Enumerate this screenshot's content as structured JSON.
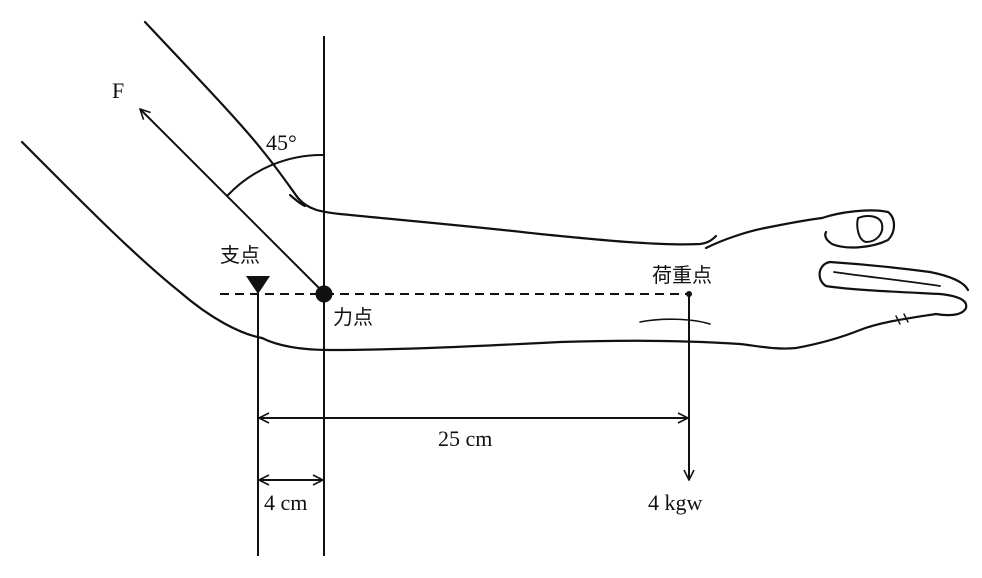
{
  "labels": {
    "force": "F",
    "angle": "45°",
    "fulcrum": "支点",
    "effort_point": "力点",
    "load_point": "荷重点",
    "long_distance": "25 cm",
    "short_distance": "4 cm",
    "load_weight": "4 kgw"
  },
  "colors": {
    "ink": "#111111",
    "background": "#ffffff"
  }
}
